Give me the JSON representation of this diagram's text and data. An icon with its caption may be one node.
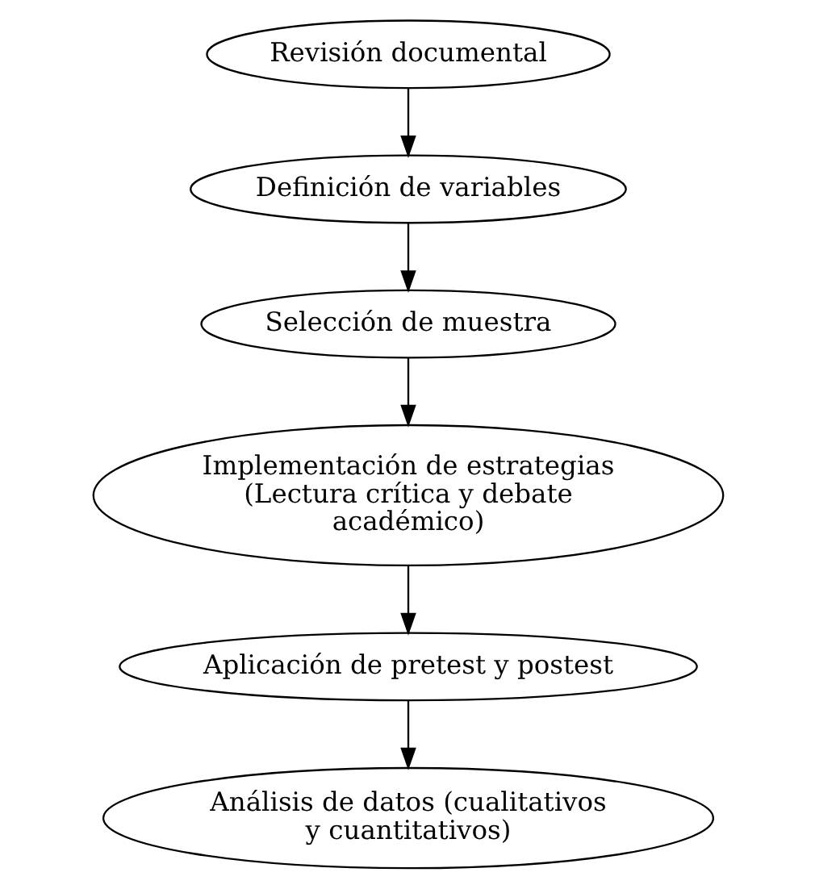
{
  "diagram": {
    "nodes": [
      {
        "text": [
          "Revisión documental"
        ]
      },
      {
        "text": [
          "Definición de variables"
        ]
      },
      {
        "text": [
          "Selección de muestra"
        ]
      },
      {
        "text": [
          "Implementación de estrategias (Lectura crítica y debate académico)"
        ]
      },
      {
        "text": [
          "Aplicación de pretest y postest"
        ]
      },
      {
        "text": [
          "Análisis de datos (cualitativos y cuantitativos)"
        ]
      }
    ],
    "edges": [
      {
        "from": 0,
        "to": 1,
        "arrow": "to"
      },
      {
        "from": 1,
        "to": 2,
        "arrow": "to"
      },
      {
        "from": 2,
        "to": 3,
        "arrow": "to"
      },
      {
        "from": 3,
        "to": 4,
        "arrow": "to"
      },
      {
        "from": 4,
        "to": 5,
        "arrow": "to"
      }
    ]
  }
}
